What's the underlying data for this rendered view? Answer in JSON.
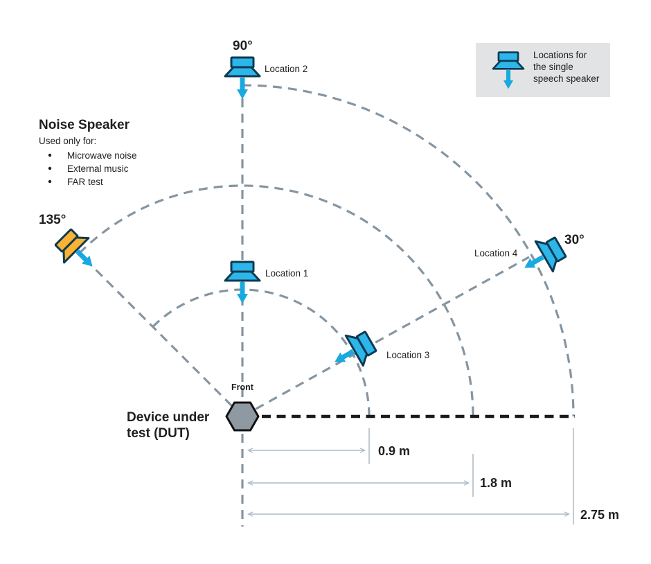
{
  "colors": {
    "speech_speaker_fill": "#2cb6e9",
    "noise_speaker_fill": "#f9b233",
    "speaker_outline": "#0e3a52",
    "arrow_color": "#18a9e0",
    "guide_dash": "#8595a1",
    "reference_dash": "#1a1a1a",
    "dut_fill": "#8e99a2",
    "dut_outline": "#111111",
    "legend_bg": "#e2e3e4",
    "measure_line": "#aabbc9",
    "tick_line": "#9aa7b2",
    "text_color": "#1f1f1f"
  },
  "legend": {
    "lines": [
      "Locations for",
      "the single",
      "speech speaker"
    ]
  },
  "noise_speaker": {
    "title": "Noise Speaker",
    "subtitle": "Used only for:",
    "bullets": [
      "Microwave noise",
      "External music",
      "FAR test"
    ],
    "angle": "135°"
  },
  "angle_labels": {
    "top": "90°",
    "right": "30°"
  },
  "locations": {
    "loc1": "Location 1",
    "loc2": "Location 2",
    "loc3": "Location 3",
    "loc4": "Location 4"
  },
  "dut": {
    "front": "Front",
    "line1": "Device under",
    "line2": "test (DUT)"
  },
  "measurements": {
    "inner": "0.9 m",
    "middle": "1.8 m",
    "outer": "2.75 m"
  }
}
